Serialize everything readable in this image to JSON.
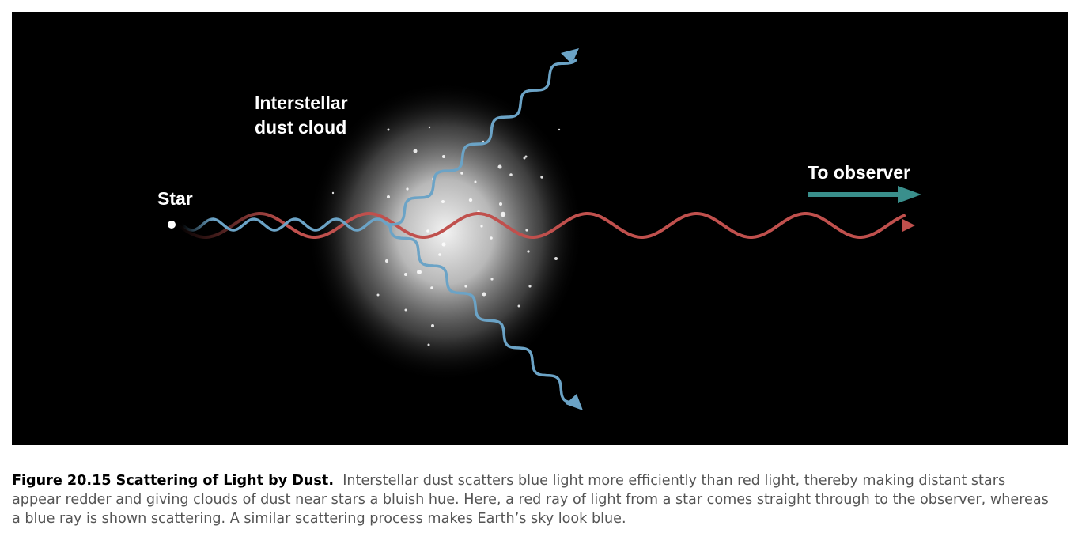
{
  "labels": {
    "dust_cloud": "Interstellar\ndust cloud",
    "star": "Star",
    "observer": "To observer"
  },
  "caption": {
    "title": "Figure 20.15 Scattering of Light by Dust.",
    "text": "Interstellar dust scatters blue light more efficiently than red light, thereby making distant stars appear redder and giving clouds of dust near stars a bluish hue. Here, a red ray of light from a star comes straight through to the observer, whereas a blue ray is shown scattering. A similar scattering process makes Earth’s sky look blue."
  },
  "colors": {
    "background": "#000000",
    "red_ray": "#c0504d",
    "blue_ray": "#6ba3c6",
    "observer_arrow": "#3a8f8c",
    "caption_text": "#555555"
  }
}
